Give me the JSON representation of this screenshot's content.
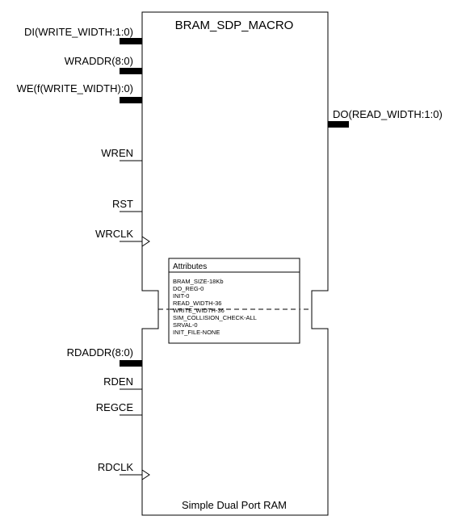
{
  "block": {
    "title": "BRAM_SDP_MACRO",
    "footer": "Simple Dual Port RAM"
  },
  "pins": {
    "di": "DI(WRITE_WIDTH:1:0)",
    "wraddr": "WRADDR(8:0)",
    "we": "WE(f(WRITE_WIDTH):0)",
    "wren": "WREN",
    "rst": "RST",
    "wrclk": "WRCLK",
    "rdaddr": "RDADDR(8:0)",
    "rden": "RDEN",
    "regce": "REGCE",
    "rdclk": "RDCLK",
    "do": "DO(READ_WIDTH:1:0)"
  },
  "attributes": {
    "heading": "Attributes",
    "items": [
      "BRAM_SIZE-18Kb",
      "DO_REG-0",
      "INIT-0",
      "READ_WIDTH-36",
      "WRITE_WIDTH-36",
      "SIM_COLLISION_CHECK-ALL",
      "SRVAL-0",
      "INIT_FILE-NONE"
    ]
  },
  "colors": {
    "stroke": "#000000",
    "background": "#ffffff"
  }
}
